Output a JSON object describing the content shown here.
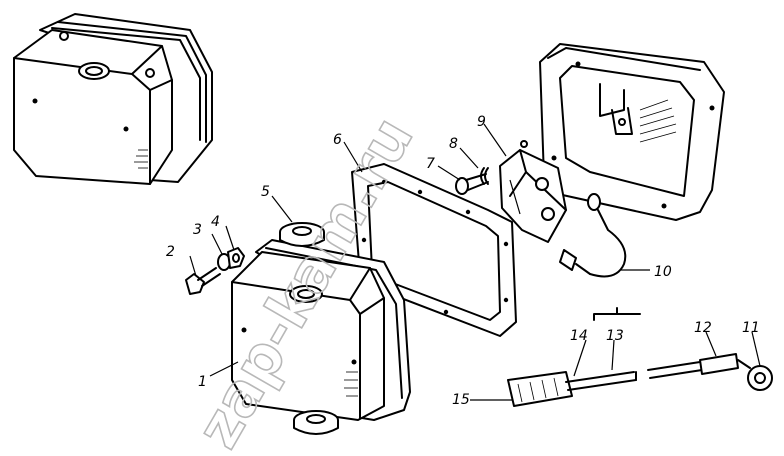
{
  "watermark": "zap-kam.ru",
  "labels": {
    "p1": "1",
    "p2": "2",
    "p3": "3",
    "p4": "4",
    "p5": "5",
    "p6": "6",
    "p7": "7",
    "p8": "8",
    "p9": "9",
    "p10": "10",
    "p11": "11",
    "p12": "12",
    "p13": "13",
    "p14": "14",
    "p15": "15"
  }
}
